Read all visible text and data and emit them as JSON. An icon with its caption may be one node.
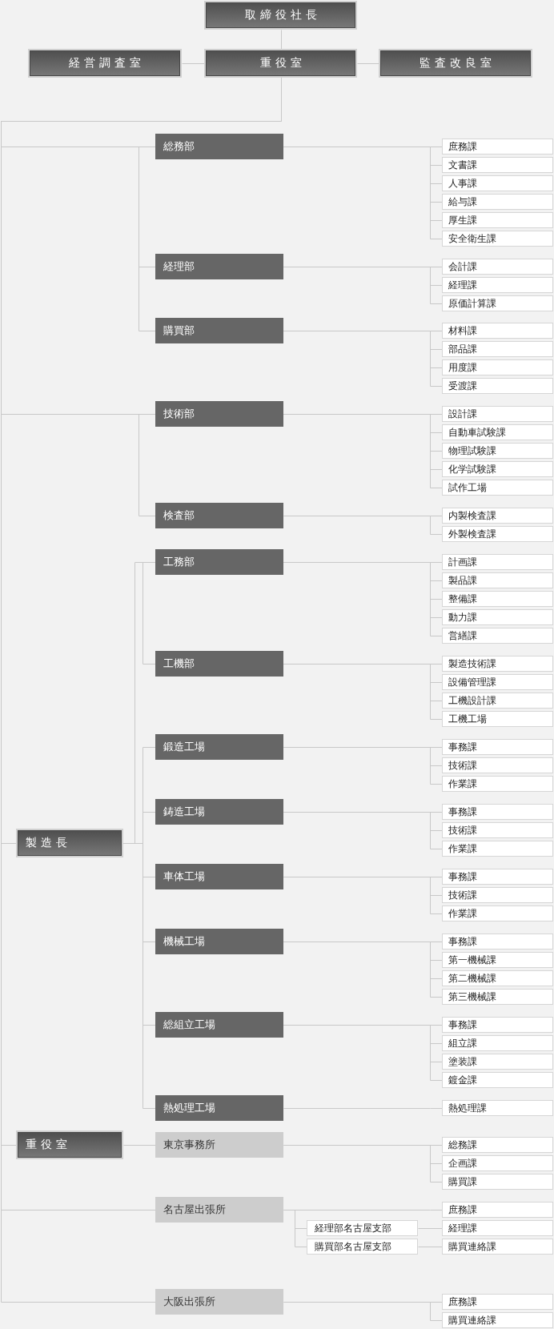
{
  "diagram": {
    "nodes": [
      {
        "text": [
          "取締役社長"
        ]
      },
      {
        "text": [
          "経営調査室"
        ]
      },
      {
        "text": [
          "重役室"
        ]
      },
      {
        "text": [
          "監査改良室"
        ]
      },
      {
        "text": [
          "総務部"
        ]
      },
      {
        "text": [
          "庶務課"
        ]
      },
      {
        "text": [
          "文書課"
        ]
      },
      {
        "text": [
          "人事課"
        ]
      },
      {
        "text": [
          "給与課"
        ]
      },
      {
        "text": [
          "厚生課"
        ]
      },
      {
        "text": [
          "安全衛生課"
        ]
      },
      {
        "text": [
          "経理部"
        ]
      },
      {
        "text": [
          "会計課"
        ]
      },
      {
        "text": [
          "経理課"
        ]
      },
      {
        "text": [
          "原価計算課"
        ]
      },
      {
        "text": [
          "購買部"
        ]
      },
      {
        "text": [
          "材料課"
        ]
      },
      {
        "text": [
          "部品課"
        ]
      },
      {
        "text": [
          "用度課"
        ]
      },
      {
        "text": [
          "受渡課"
        ]
      },
      {
        "text": [
          "技術部"
        ]
      },
      {
        "text": [
          "設計課"
        ]
      },
      {
        "text": [
          "自動車試験課"
        ]
      },
      {
        "text": [
          "物理試験課"
        ]
      },
      {
        "text": [
          "化学試験課"
        ]
      },
      {
        "text": [
          "試作工場"
        ]
      },
      {
        "text": [
          "検査部"
        ]
      },
      {
        "text": [
          "内製検査課"
        ]
      },
      {
        "text": [
          "外製検査課"
        ]
      },
      {
        "text": [
          "製造長"
        ]
      },
      {
        "text": [
          "工務部"
        ]
      },
      {
        "text": [
          "計画課"
        ]
      },
      {
        "text": [
          "製品課"
        ]
      },
      {
        "text": [
          "整備課"
        ]
      },
      {
        "text": [
          "動力課"
        ]
      },
      {
        "text": [
          "営繕課"
        ]
      },
      {
        "text": [
          "工機部"
        ]
      },
      {
        "text": [
          "製造技術課"
        ]
      },
      {
        "text": [
          "設備管理課"
        ]
      },
      {
        "text": [
          "工機設計課"
        ]
      },
      {
        "text": [
          "工機工場"
        ]
      },
      {
        "text": [
          "鍛造工場"
        ]
      },
      {
        "text": [
          "事務課"
        ]
      },
      {
        "text": [
          "技術課"
        ]
      },
      {
        "text": [
          "作業課"
        ]
      },
      {
        "text": [
          "鋳造工場"
        ]
      },
      {
        "text": [
          "事務課"
        ]
      },
      {
        "text": [
          "技術課"
        ]
      },
      {
        "text": [
          "作業課"
        ]
      },
      {
        "text": [
          "車体工場"
        ]
      },
      {
        "text": [
          "事務課"
        ]
      },
      {
        "text": [
          "技術課"
        ]
      },
      {
        "text": [
          "作業課"
        ]
      },
      {
        "text": [
          "機械工場"
        ]
      },
      {
        "text": [
          "事務課"
        ]
      },
      {
        "text": [
          "第一機械課"
        ]
      },
      {
        "text": [
          "第二機械課"
        ]
      },
      {
        "text": [
          "第三機械課"
        ]
      },
      {
        "text": [
          "総組立工場"
        ]
      },
      {
        "text": [
          "事務課"
        ]
      },
      {
        "text": [
          "組立課"
        ]
      },
      {
        "text": [
          "塗装課"
        ]
      },
      {
        "text": [
          "鍍金課"
        ]
      },
      {
        "text": [
          "熱処理工場"
        ]
      },
      {
        "text": [
          "熱処理課"
        ]
      },
      {
        "text": [
          "重役室"
        ]
      },
      {
        "text": [
          "東京事務所"
        ]
      },
      {
        "text": [
          "総務課"
        ]
      },
      {
        "text": [
          "企画課"
        ]
      },
      {
        "text": [
          "購買課"
        ]
      },
      {
        "text": [
          "名古屋出張所"
        ]
      },
      {
        "text": [
          "庶務課"
        ]
      },
      {
        "text": [
          "経理部名古屋支部"
        ]
      },
      {
        "text": [
          "経理課"
        ]
      },
      {
        "text": [
          "購買部名古屋支部"
        ]
      },
      {
        "text": [
          "購買連絡課"
        ]
      },
      {
        "text": [
          "大阪出張所"
        ]
      },
      {
        "text": [
          "庶務課"
        ]
      },
      {
        "text": [
          "購買連絡課"
        ]
      }
    ],
    "edges": [
      {
        "from": 0,
        "to": 2,
        "arrow": "none"
      },
      {
        "from": 2,
        "to": 1,
        "arrow": "none"
      },
      {
        "from": 2,
        "to": 3,
        "arrow": "none"
      },
      {
        "from": 2,
        "to": 4,
        "arrow": "none"
      },
      {
        "from": 2,
        "to": 11,
        "arrow": "none"
      },
      {
        "from": 2,
        "to": 15,
        "arrow": "none"
      },
      {
        "from": 2,
        "to": 20,
        "arrow": "none"
      },
      {
        "from": 2,
        "to": 26,
        "arrow": "none"
      },
      {
        "from": 2,
        "to": 29,
        "arrow": "none"
      },
      {
        "from": 2,
        "to": 65,
        "arrow": "none"
      },
      {
        "from": 2,
        "to": 70,
        "arrow": "none"
      },
      {
        "from": 2,
        "to": 76,
        "arrow": "none"
      },
      {
        "from": 4,
        "to": 5,
        "arrow": "none"
      },
      {
        "from": 4,
        "to": 6,
        "arrow": "none"
      },
      {
        "from": 4,
        "to": 7,
        "arrow": "none"
      },
      {
        "from": 4,
        "to": 8,
        "arrow": "none"
      },
      {
        "from": 4,
        "to": 9,
        "arrow": "none"
      },
      {
        "from": 4,
        "to": 10,
        "arrow": "none"
      },
      {
        "from": 11,
        "to": 12,
        "arrow": "none"
      },
      {
        "from": 11,
        "to": 13,
        "arrow": "none"
      },
      {
        "from": 11,
        "to": 14,
        "arrow": "none"
      },
      {
        "from": 15,
        "to": 16,
        "arrow": "none"
      },
      {
        "from": 15,
        "to": 17,
        "arrow": "none"
      },
      {
        "from": 15,
        "to": 18,
        "arrow": "none"
      },
      {
        "from": 15,
        "to": 19,
        "arrow": "none"
      },
      {
        "from": 20,
        "to": 21,
        "arrow": "none"
      },
      {
        "from": 20,
        "to": 22,
        "arrow": "none"
      },
      {
        "from": 20,
        "to": 23,
        "arrow": "none"
      },
      {
        "from": 20,
        "to": 24,
        "arrow": "none"
      },
      {
        "from": 20,
        "to": 25,
        "arrow": "none"
      },
      {
        "from": 26,
        "to": 27,
        "arrow": "none"
      },
      {
        "from": 26,
        "to": 28,
        "arrow": "none"
      },
      {
        "from": 29,
        "to": 30,
        "arrow": "none"
      },
      {
        "from": 29,
        "to": 36,
        "arrow": "none"
      },
      {
        "from": 29,
        "to": 41,
        "arrow": "none"
      },
      {
        "from": 29,
        "to": 45,
        "arrow": "none"
      },
      {
        "from": 29,
        "to": 49,
        "arrow": "none"
      },
      {
        "from": 29,
        "to": 53,
        "arrow": "none"
      },
      {
        "from": 29,
        "to": 58,
        "arrow": "none"
      },
      {
        "from": 29,
        "to": 63,
        "arrow": "none"
      },
      {
        "from": 30,
        "to": 31,
        "arrow": "none"
      },
      {
        "from": 30,
        "to": 32,
        "arrow": "none"
      },
      {
        "from": 30,
        "to": 33,
        "arrow": "none"
      },
      {
        "from": 30,
        "to": 34,
        "arrow": "none"
      },
      {
        "from": 30,
        "to": 35,
        "arrow": "none"
      },
      {
        "from": 36,
        "to": 37,
        "arrow": "none"
      },
      {
        "from": 36,
        "to": 38,
        "arrow": "none"
      },
      {
        "from": 36,
        "to": 39,
        "arrow": "none"
      },
      {
        "from": 36,
        "to": 40,
        "arrow": "none"
      },
      {
        "from": 41,
        "to": 42,
        "arrow": "none"
      },
      {
        "from": 41,
        "to": 43,
        "arrow": "none"
      },
      {
        "from": 41,
        "to": 44,
        "arrow": "none"
      },
      {
        "from": 45,
        "to": 46,
        "arrow": "none"
      },
      {
        "from": 45,
        "to": 47,
        "arrow": "none"
      },
      {
        "from": 45,
        "to": 48,
        "arrow": "none"
      },
      {
        "from": 49,
        "to": 50,
        "arrow": "none"
      },
      {
        "from": 49,
        "to": 51,
        "arrow": "none"
      },
      {
        "from": 49,
        "to": 52,
        "arrow": "none"
      },
      {
        "from": 53,
        "to": 54,
        "arrow": "none"
      },
      {
        "from": 53,
        "to": 55,
        "arrow": "none"
      },
      {
        "from": 53,
        "to": 56,
        "arrow": "none"
      },
      {
        "from": 53,
        "to": 57,
        "arrow": "none"
      },
      {
        "from": 58,
        "to": 59,
        "arrow": "none"
      },
      {
        "from": 58,
        "to": 60,
        "arrow": "none"
      },
      {
        "from": 58,
        "to": 61,
        "arrow": "none"
      },
      {
        "from": 58,
        "to": 62,
        "arrow": "none"
      },
      {
        "from": 63,
        "to": 64,
        "arrow": "none"
      },
      {
        "from": 65,
        "to": 66,
        "arrow": "none"
      },
      {
        "from": 66,
        "to": 67,
        "arrow": "none"
      },
      {
        "from": 66,
        "to": 68,
        "arrow": "none"
      },
      {
        "from": 66,
        "to": 69,
        "arrow": "none"
      },
      {
        "from": 70,
        "to": 71,
        "arrow": "none"
      },
      {
        "from": 70,
        "to": 72,
        "arrow": "none"
      },
      {
        "from": 70,
        "to": 74,
        "arrow": "none"
      },
      {
        "from": 72,
        "to": 73,
        "arrow": "none"
      },
      {
        "from": 74,
        "to": 75,
        "arrow": "none"
      },
      {
        "from": 76,
        "to": 77,
        "arrow": "none"
      },
      {
        "from": 76,
        "to": 78,
        "arrow": "none"
      }
    ]
  }
}
